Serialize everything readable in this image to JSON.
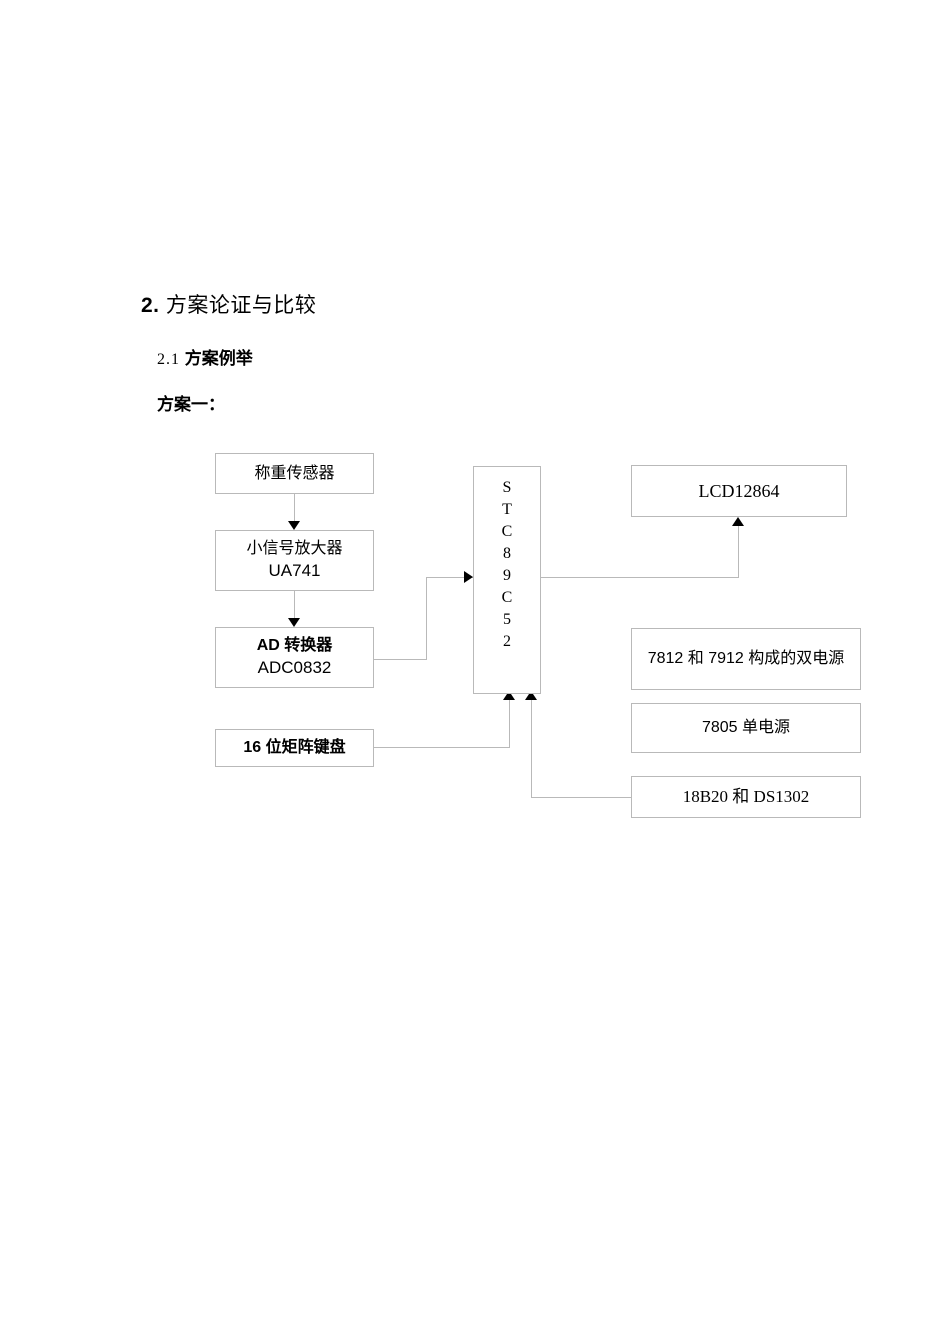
{
  "document": {
    "heading": {
      "number": "2.",
      "text": "方案论证与比较"
    },
    "subheading": {
      "number": "2.1",
      "text": "方案例举"
    },
    "case_label": "方案一："
  },
  "diagram": {
    "nodes": {
      "load_cell": {
        "line1": "称重传感器"
      },
      "amplifier": {
        "line1": "小信号放大器",
        "line2": "UA741"
      },
      "adc": {
        "line1": "AD 转换器",
        "line2": "ADC0832"
      },
      "keypad": {
        "line1": "16 位矩阵键盘"
      },
      "mcu": {
        "label": "STC89C52",
        "chars": [
          "S",
          "T",
          "C",
          "8",
          "9",
          "C",
          "5",
          "2"
        ]
      },
      "lcd": {
        "line1": "LCD12864"
      },
      "dual_supply": {
        "line1": "7812 和 7912 构成的双电源"
      },
      "single_supply": {
        "line1": "7805 单电源"
      },
      "sensors_rtc": {
        "line1": "18B20 和 DS1302"
      }
    },
    "colors": {
      "box_border": "#b9b9b9",
      "connector": "#b9b9b9",
      "arrow": "#000000",
      "text": "#000000",
      "page_background": "#ffffff"
    }
  }
}
